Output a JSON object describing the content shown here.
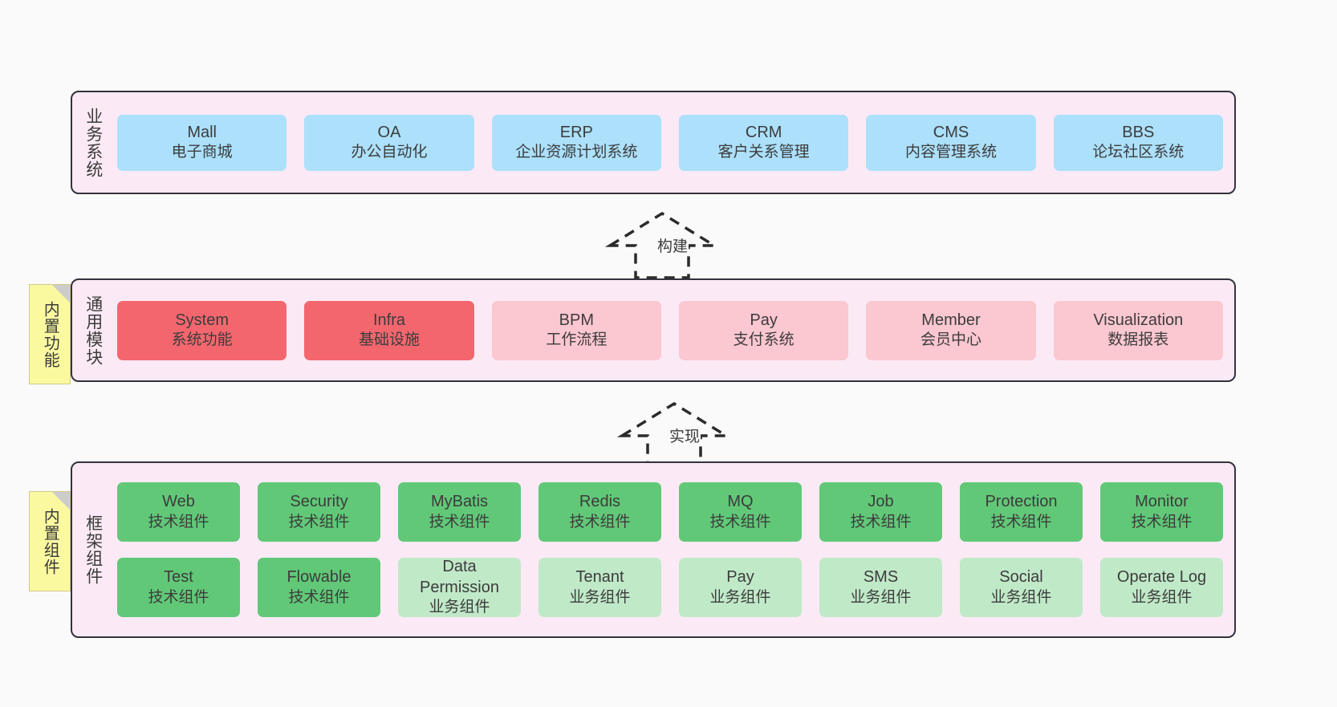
{
  "diagram": {
    "background": "#fafafa",
    "band_fill": "#fbeaf5",
    "band_border": "#33323e",
    "colors": {
      "business": "#ace0fb",
      "core_module": "#f4666e",
      "module": "#fbc7d0",
      "tech_component": "#61c878",
      "biz_component": "#c0e9c8",
      "sticky": "#fbf9a0"
    }
  },
  "layers": {
    "business": {
      "title": "业务系统",
      "cards": [
        {
          "name": "Mall",
          "desc": "电子商城"
        },
        {
          "name": "OA",
          "desc": "办公自动化"
        },
        {
          "name": "ERP",
          "desc": "企业资源计划系统"
        },
        {
          "name": "CRM",
          "desc": "客户关系管理"
        },
        {
          "name": "CMS",
          "desc": "内容管理系统"
        },
        {
          "name": "BBS",
          "desc": "论坛社区系统"
        }
      ]
    },
    "common": {
      "title": "通用模块",
      "sticky": "内置功能",
      "cards": [
        {
          "name": "System",
          "desc": "系统功能"
        },
        {
          "name": "Infra",
          "desc": "基础设施"
        },
        {
          "name": "BPM",
          "desc": "工作流程"
        },
        {
          "name": "Pay",
          "desc": "支付系统"
        },
        {
          "name": "Member",
          "desc": "会员中心"
        },
        {
          "name": "Visualization",
          "desc": "数据报表"
        }
      ]
    },
    "framework": {
      "title": "框架组件",
      "sticky": "内置组件",
      "row1": [
        {
          "name": "Web",
          "desc": "技术组件"
        },
        {
          "name": "Security",
          "desc": "技术组件"
        },
        {
          "name": "MyBatis",
          "desc": "技术组件"
        },
        {
          "name": "Redis",
          "desc": "技术组件"
        },
        {
          "name": "MQ",
          "desc": "技术组件"
        },
        {
          "name": "Job",
          "desc": "技术组件"
        },
        {
          "name": "Protection",
          "desc": "技术组件"
        },
        {
          "name": "Monitor",
          "desc": "技术组件"
        }
      ],
      "row2": [
        {
          "name": "Test",
          "desc": "技术组件"
        },
        {
          "name": "Flowable",
          "desc": "技术组件"
        },
        {
          "name": "Data Permission",
          "desc": "业务组件"
        },
        {
          "name": "Tenant",
          "desc": "业务组件"
        },
        {
          "name": "Pay",
          "desc": "业务组件"
        },
        {
          "name": "SMS",
          "desc": "业务组件"
        },
        {
          "name": "Social",
          "desc": "业务组件"
        },
        {
          "name": "Operate Log",
          "desc": "业务组件"
        }
      ]
    }
  },
  "arrows": {
    "build": "构建",
    "implement": "实现"
  }
}
